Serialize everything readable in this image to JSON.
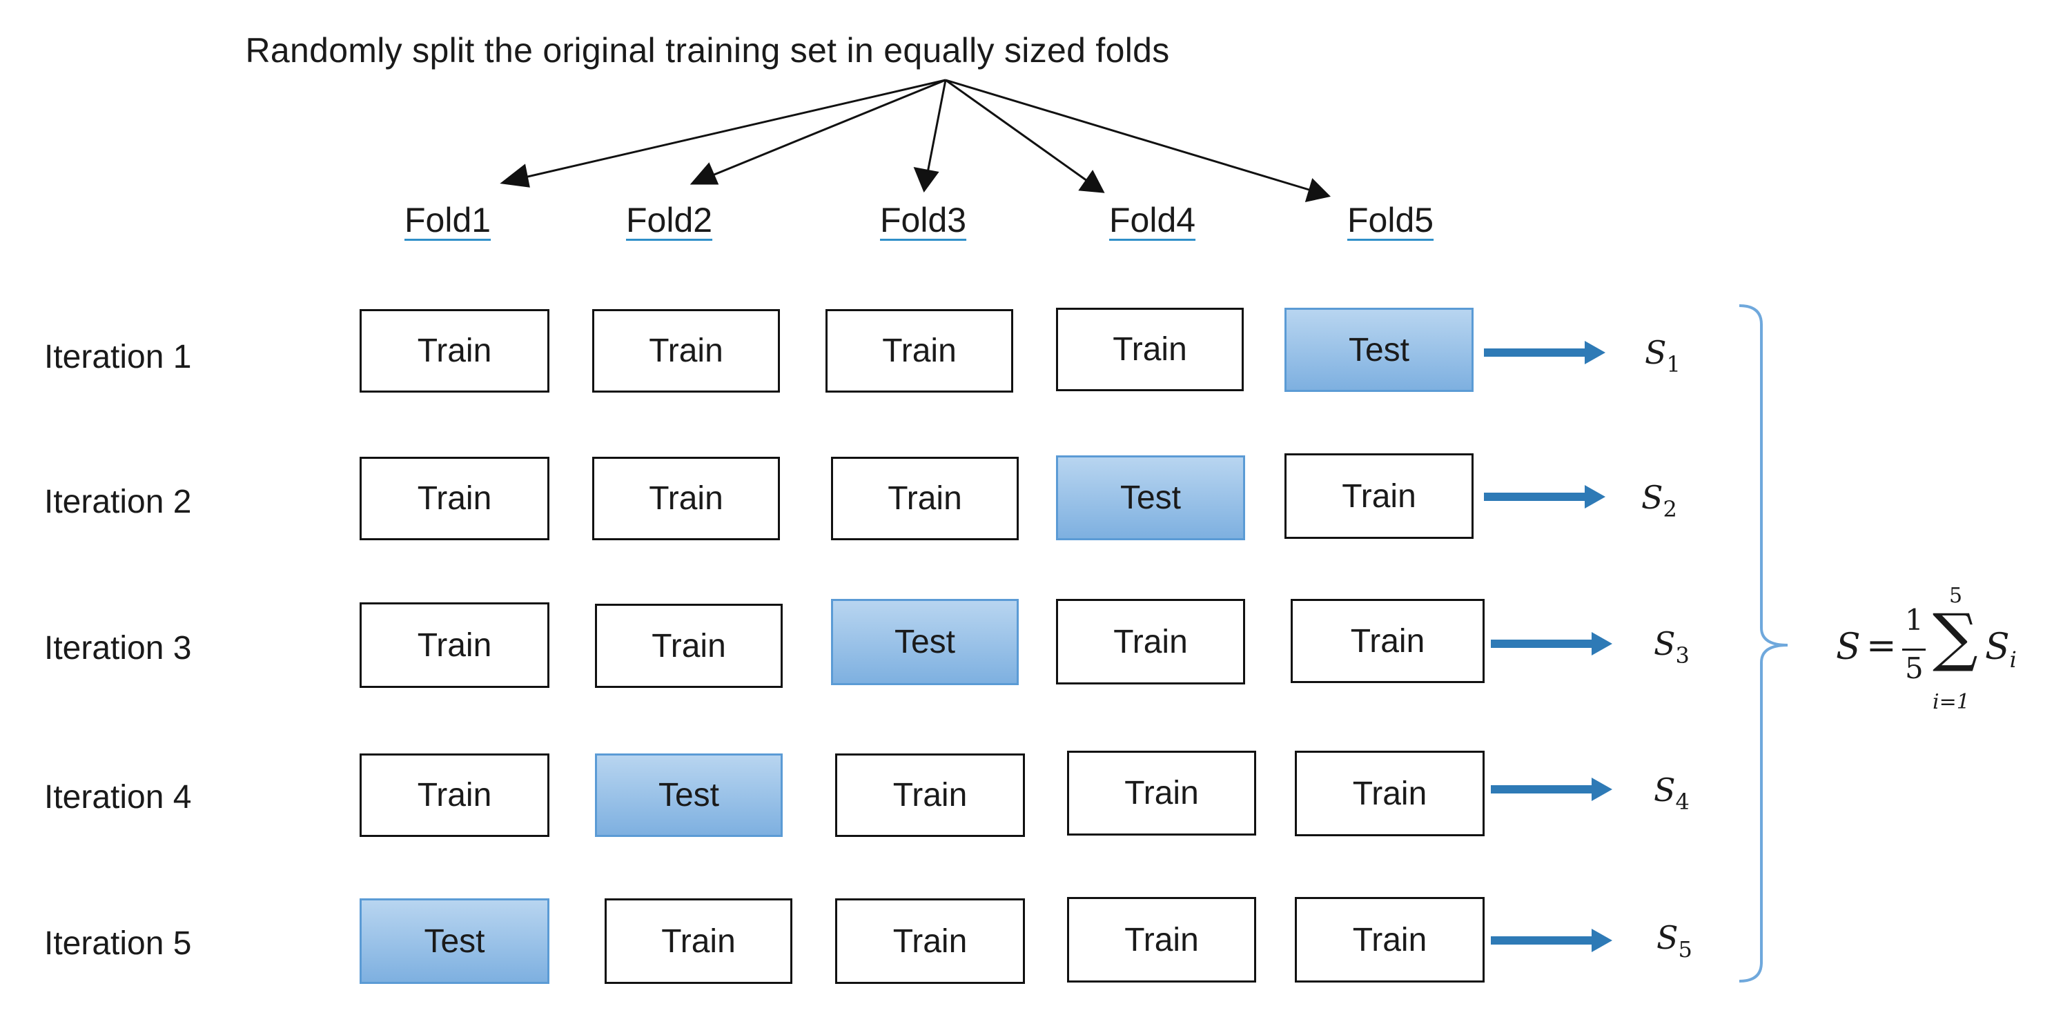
{
  "title": "Randomly split the original training set in equally sized folds",
  "folds": [
    "Fold1",
    "Fold2",
    "Fold3",
    "Fold4",
    "Fold5"
  ],
  "iterations": [
    {
      "label": "Iteration 1",
      "cells": [
        "Train",
        "Train",
        "Train",
        "Train",
        "Test"
      ],
      "score": {
        "symbol": "S",
        "index": "1"
      }
    },
    {
      "label": "Iteration 2",
      "cells": [
        "Train",
        "Train",
        "Train",
        "Test",
        "Train"
      ],
      "score": {
        "symbol": "S",
        "index": "2"
      }
    },
    {
      "label": "Iteration 3",
      "cells": [
        "Train",
        "Train",
        "Test",
        "Train",
        "Train"
      ],
      "score": {
        "symbol": "S",
        "index": "3"
      }
    },
    {
      "label": "Iteration 4",
      "cells": [
        "Train",
        "Test",
        "Train",
        "Train",
        "Train"
      ],
      "score": {
        "symbol": "S",
        "index": "4"
      }
    },
    {
      "label": "Iteration 5",
      "cells": [
        "Test",
        "Train",
        "Train",
        "Train",
        "Train"
      ],
      "score": {
        "symbol": "S",
        "index": "5"
      }
    }
  ],
  "formula": {
    "lhs": "S",
    "equals": "=",
    "numerator": "1",
    "denominator": "5",
    "upper_limit": "5",
    "lower_limit": "i=1",
    "summand": "S",
    "summand_index": "i"
  },
  "colors": {
    "test_fill_top": "#b8d5f0",
    "test_fill_bottom": "#7eb0e0",
    "test_border": "#5b9bd5",
    "arrow_blue": "#2e7ab6",
    "brace_blue": "#6fa8dc",
    "fold_underline": "#2f8fc8"
  }
}
